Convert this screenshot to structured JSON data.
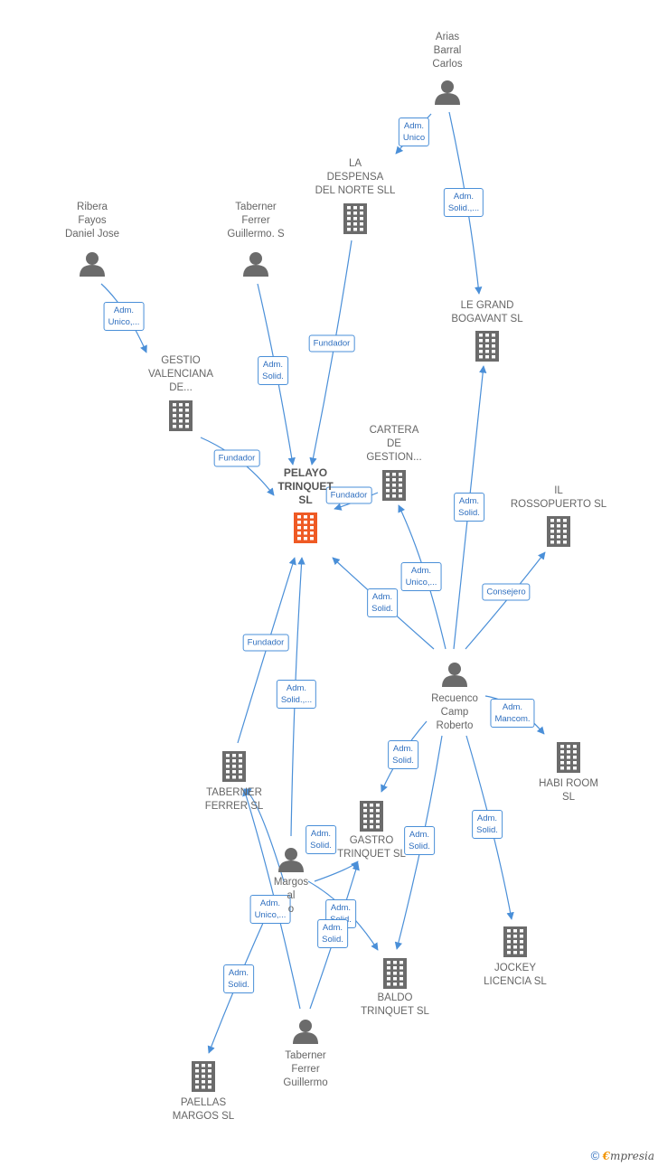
{
  "colors": {
    "edge": "#4a8fd8",
    "node_gray": "#6b6b6b",
    "node_main": "#ef5a24",
    "label": "#666666"
  },
  "nodes": [
    {
      "id": "arias",
      "kind": "person",
      "label": "Arias\nBarral\nCarlos"
    },
    {
      "id": "ladespensa",
      "kind": "company",
      "label": "LA\nDESPENSA\nDEL NORTE SLL"
    },
    {
      "id": "ribera",
      "kind": "person",
      "label": "Ribera\nFayos\nDaniel Jose"
    },
    {
      "id": "tabernerG",
      "kind": "person",
      "label": "Taberner\nFerrer\nGuillermo.  S"
    },
    {
      "id": "legrand",
      "kind": "company",
      "label": "LE GRAND\nBOGAVANT  SL"
    },
    {
      "id": "gestio",
      "kind": "company",
      "label": "GESTIO\nVALENCIANA\nDE..."
    },
    {
      "id": "cartera",
      "kind": "company",
      "label": "CARTERA\nDE\nGESTION..."
    },
    {
      "id": "pelayo",
      "kind": "main",
      "label": "PELAYO\nTRINQUET\nSL"
    },
    {
      "id": "rosso",
      "kind": "company",
      "label": "IL\nROSSOPUERTO SL"
    },
    {
      "id": "recuenco",
      "kind": "person",
      "label": "Recuenco\nCamp\nRoberto"
    },
    {
      "id": "taberner_sl",
      "kind": "company",
      "label": "TABERNER\nFERRER  SL"
    },
    {
      "id": "habi",
      "kind": "company",
      "label": "HABI ROOM\nSL"
    },
    {
      "id": "gastro",
      "kind": "company",
      "label": "GASTRO\nTRINQUET  SL"
    },
    {
      "id": "margos",
      "kind": "person",
      "label": "Margos\nal\no"
    },
    {
      "id": "jockey",
      "kind": "company",
      "label": "JOCKEY\nLICENCIA  SL"
    },
    {
      "id": "baldo",
      "kind": "company",
      "label": "BALDO\nTRINQUET  SL"
    },
    {
      "id": "tabernerF",
      "kind": "person",
      "label": "Taberner\nFerrer\nGuillermo"
    },
    {
      "id": "paellas",
      "kind": "company",
      "label": "PAELLAS\nMARGOS SL"
    }
  ],
  "edges": [
    {
      "from": "arias",
      "to": "ladespensa",
      "label": "Adm.\nUnico"
    },
    {
      "from": "arias",
      "to": "legrand",
      "label": "Adm.\nSolid.,..."
    },
    {
      "from": "ribera",
      "to": "gestio",
      "label": "Adm.\nUnico,..."
    },
    {
      "from": "tabernerG",
      "to": "pelayo",
      "label": "Adm.\nSolid."
    },
    {
      "from": "ladespensa",
      "to": "pelayo",
      "label": "Fundador"
    },
    {
      "from": "gestio",
      "to": "pelayo",
      "label": "Fundador"
    },
    {
      "from": "cartera",
      "to": "pelayo",
      "label": "Fundador"
    },
    {
      "from": "recuenco",
      "to": "legrand",
      "label": "Adm.\nSolid."
    },
    {
      "from": "recuenco",
      "to": "cartera",
      "label": "Adm.\nUnico,..."
    },
    {
      "from": "recuenco",
      "to": "pelayo",
      "label": "Adm.\nSolid."
    },
    {
      "from": "recuenco",
      "to": "rosso",
      "label": "Consejero"
    },
    {
      "from": "recuenco",
      "to": "habi",
      "label": "Adm.\nMancom."
    },
    {
      "from": "recuenco",
      "to": "gastro",
      "label": "Adm.\nSolid."
    },
    {
      "from": "recuenco",
      "to": "baldo",
      "label": "Adm.\nSolid."
    },
    {
      "from": "recuenco",
      "to": "jockey",
      "label": "Adm.\nSolid."
    },
    {
      "from": "taberner_sl",
      "to": "pelayo",
      "label": "Fundador"
    },
    {
      "from": "margos",
      "to": "pelayo",
      "label": "Adm.\nSolid.,..."
    },
    {
      "from": "margos",
      "to": "gastro",
      "label": "Adm.\nSolid."
    },
    {
      "from": "margos",
      "to": "baldo",
      "label": "Adm.\nSolid."
    },
    {
      "from": "margos",
      "to": "taberner_sl",
      "label": "Adm.\nUnico,..."
    },
    {
      "from": "tabernerF",
      "to": "paellas",
      "label": "Adm.\nSolid."
    },
    {
      "from": "tabernerF",
      "to": "gastro",
      "label": "Adm.\nSolid."
    },
    {
      "from": "tabernerF",
      "to": "taberner_sl",
      "label": ""
    }
  ],
  "footer": {
    "copyright": "©",
    "brand_e": "€",
    "brand_rest": "mpresia"
  }
}
